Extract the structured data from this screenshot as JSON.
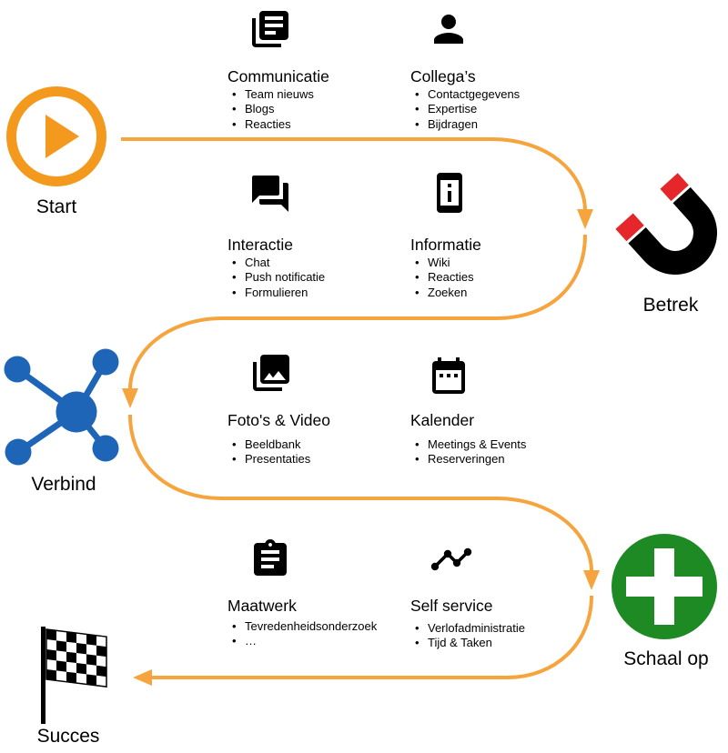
{
  "stages": {
    "start": {
      "label": "Start",
      "icon": "play-icon"
    },
    "betrek": {
      "label": "Betrek",
      "icon": "magnet-icon"
    },
    "verbind": {
      "label": "Verbind",
      "icon": "network-icon"
    },
    "schaal_op": {
      "label": "Schaal op",
      "icon": "plus-icon"
    },
    "succes": {
      "label": "Succes",
      "icon": "checkered-flag-icon"
    }
  },
  "features": [
    {
      "title": "Communicatie",
      "icon": "newspaper-icon",
      "items": [
        "Team nieuws",
        "Blogs",
        "Reacties"
      ]
    },
    {
      "title": "Collega’s",
      "icon": "person-icon",
      "items": [
        "Contactgegevens",
        "Expertise",
        "Bijdragen"
      ]
    },
    {
      "title": "Interactie",
      "icon": "chat-icon",
      "items": [
        "Chat",
        "Push notificatie",
        "Formulieren"
      ]
    },
    {
      "title": "Informatie",
      "icon": "phone-info-icon",
      "items": [
        "Wiki",
        "Reacties",
        "Zoeken"
      ]
    },
    {
      "title": "Foto's & Video",
      "icon": "photo-library-icon",
      "items": [
        "Beeldbank",
        "Presentaties"
      ]
    },
    {
      "title": "Kalender",
      "icon": "calendar-icon",
      "items": [
        "Meetings & Events",
        "Reserveringen"
      ]
    },
    {
      "title": "Maatwerk",
      "icon": "clipboard-icon",
      "items": [
        "Tevredenheidsonderzoek",
        "…"
      ]
    },
    {
      "title": "Self service",
      "icon": "timeline-icon",
      "items": [
        "Verlofadministratie",
        "Tijd & Taken"
      ]
    }
  ],
  "colors": {
    "start_orange": "#F39A1E",
    "flow_orange": "#F6A43E",
    "magnet_red": "#E5262A",
    "magnet_black": "#000000",
    "network_blue": "#1F65B7",
    "scale_green": "#1E8A23",
    "icon_black": "#000000",
    "text_black": "#000000"
  }
}
